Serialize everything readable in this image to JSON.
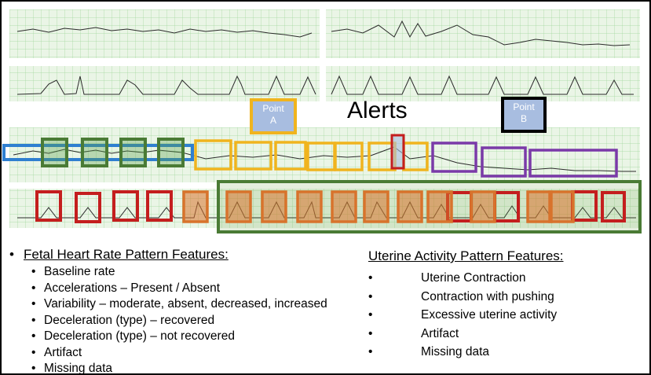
{
  "alerts_title": "Alerts",
  "point_a": {
    "line1": "Point",
    "line2": "A"
  },
  "point_b": {
    "line1": "Point",
    "line2": "B"
  },
  "fhr_features": {
    "heading": "Fetal Heart Rate Pattern Features:",
    "items": [
      "Baseline rate",
      "Accelerations – Present / Absent",
      "Variability – moderate, absent, decreased, increased",
      "Deceleration (type) – recovered",
      "Deceleration  (type) – not recovered",
      "Artifact",
      "Missing data"
    ]
  },
  "ua_features": {
    "heading": "Uterine Activity Pattern Features:",
    "items": [
      "Uterine Contraction",
      "Contraction with pushing",
      "Excessive uterine activity",
      "Artifact",
      "Missing data"
    ]
  },
  "colors": {
    "grid_bg": "#eaf5e6",
    "grid_line": "#9fd79a",
    "trace": "#2a2a2a",
    "baseline_blue": "#2f7fd0",
    "acceleration_green": "#4a7b35",
    "variability_yellow": "#f0b41e",
    "decel_purple": "#7a3aa8",
    "contraction_red": "#c41e1e",
    "pushing_orange": "#d8732c",
    "point_fill": "#a8bde0"
  }
}
